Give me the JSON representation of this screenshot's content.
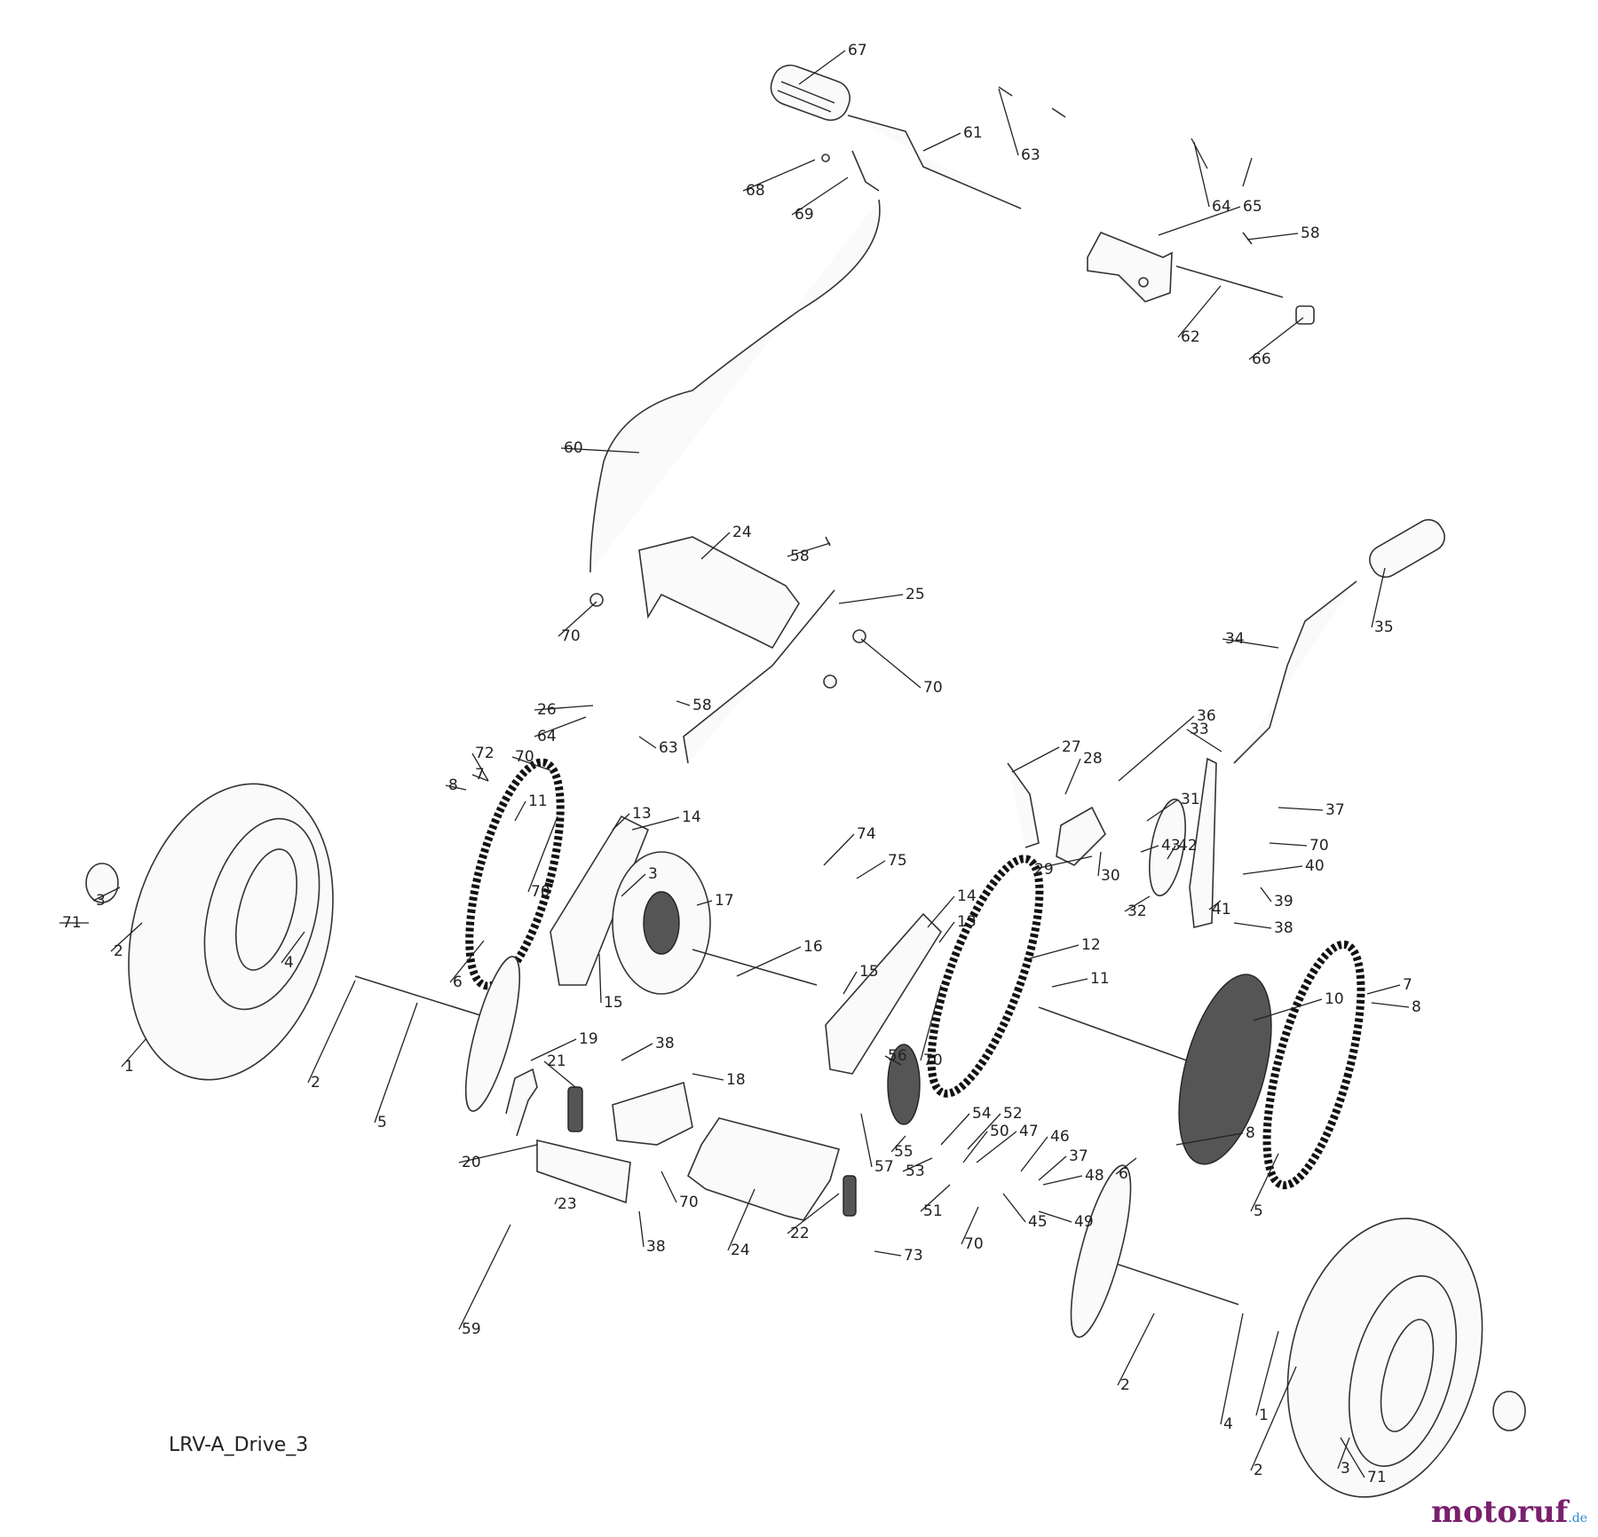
{
  "caption": "LRV-A_Drive_3",
  "watermark": {
    "text": "motoruf",
    "suffix": ".de"
  },
  "colors": {
    "watermark_main": "#7a1f6e",
    "watermark_accent": "#2a8ad1",
    "line": "#222222"
  },
  "callouts": [
    "67",
    "61",
    "63",
    "68",
    "69",
    "64",
    "65",
    "58",
    "62",
    "66",
    "60",
    "24",
    "58",
    "25",
    "70",
    "70",
    "35",
    "34",
    "58",
    "26",
    "64",
    "63",
    "72",
    "70",
    "7",
    "8",
    "11",
    "13",
    "14",
    "70",
    "3",
    "17",
    "16",
    "14",
    "13",
    "15",
    "15",
    "70",
    "12",
    "11",
    "10",
    "7",
    "8",
    "74",
    "75",
    "27",
    "28",
    "36",
    "33",
    "37",
    "31",
    "43",
    "42",
    "70",
    "40",
    "39",
    "41",
    "38",
    "29",
    "30",
    "32",
    "71",
    "3",
    "2",
    "4",
    "1",
    "2",
    "5",
    "6",
    "19",
    "38",
    "18",
    "21",
    "20",
    "70",
    "24",
    "22",
    "23",
    "38",
    "59",
    "56",
    "57",
    "55",
    "54",
    "52",
    "53",
    "51",
    "50",
    "47",
    "46",
    "37",
    "48",
    "45",
    "49",
    "70",
    "73",
    "8",
    "6",
    "5",
    "2",
    "4",
    "1",
    "2",
    "3",
    "71"
  ]
}
